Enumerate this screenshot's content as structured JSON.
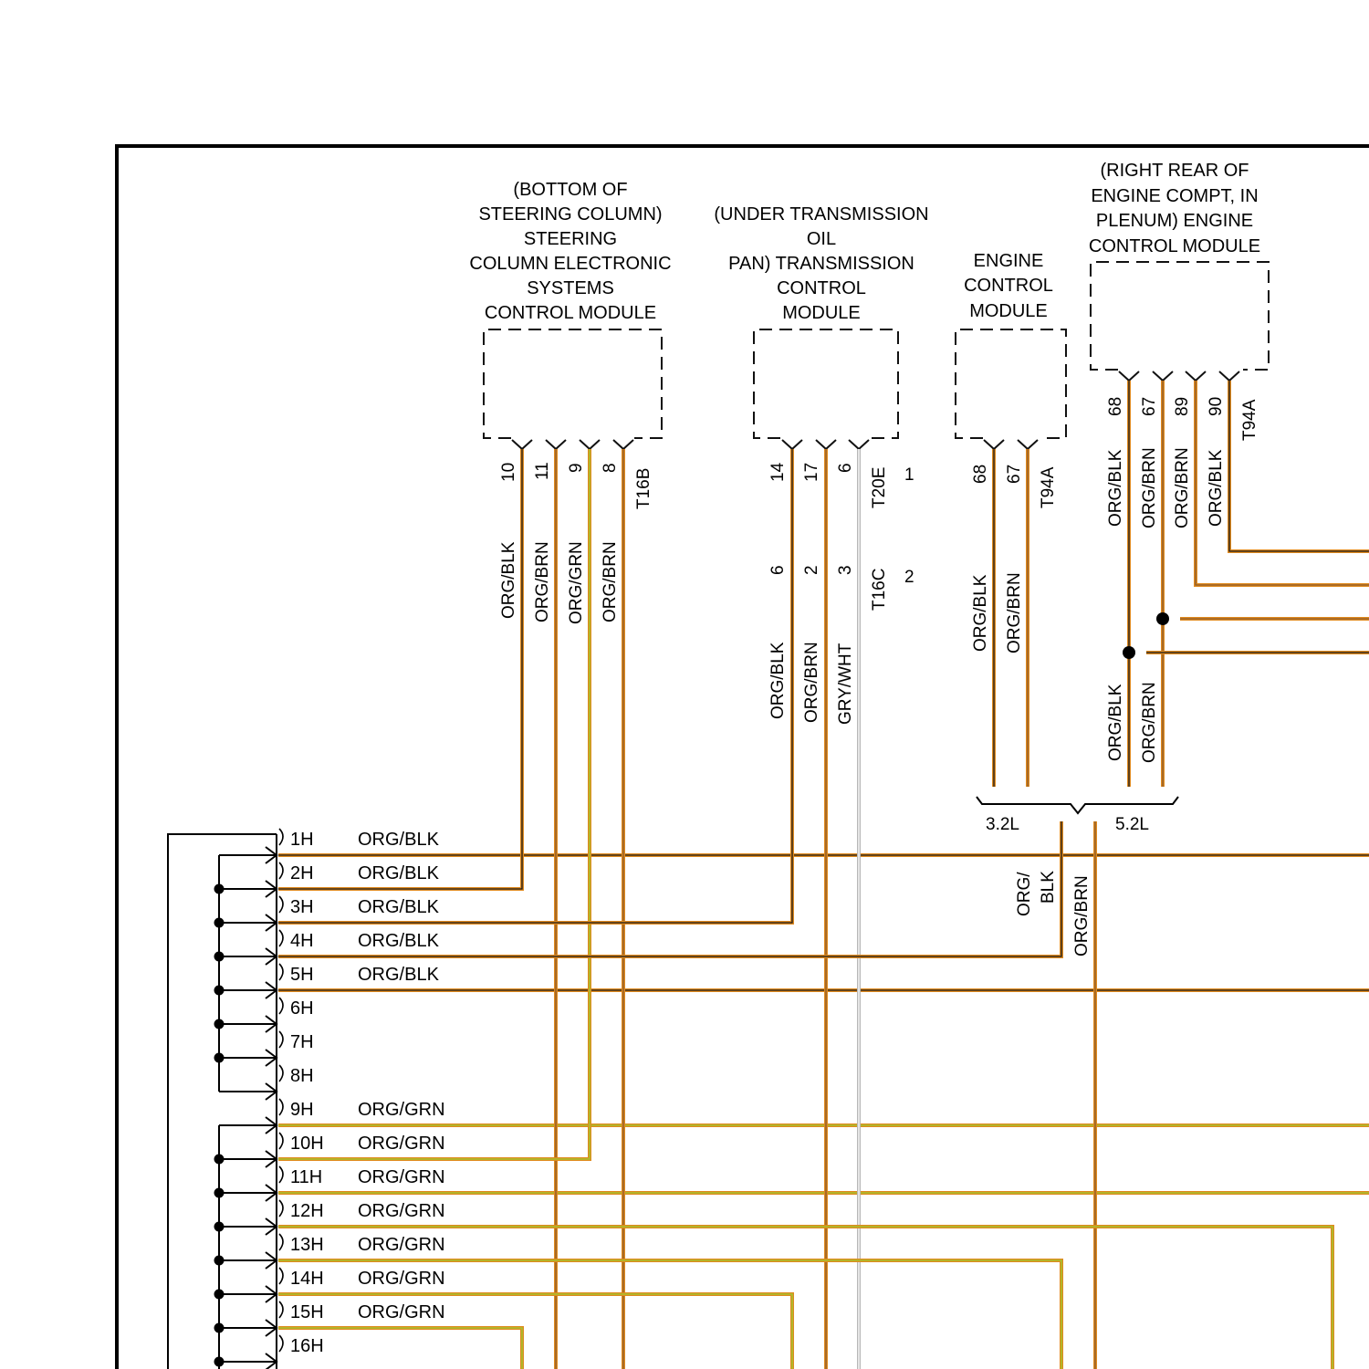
{
  "modules": {
    "steering": {
      "title": [
        "(BOTTOM OF",
        "STEERING COLUMN)",
        "STEERING",
        "COLUMN ELECTRONIC",
        "SYSTEMS",
        "CONTROL MODULE"
      ],
      "pins": [
        "10",
        "11",
        "9",
        "8"
      ],
      "connector": "T16B",
      "wires": [
        "ORG/BLK",
        "ORG/BRN",
        "ORG/GRN",
        "ORG/BRN"
      ]
    },
    "tcm": {
      "title": [
        "(UNDER TRANSMISSION",
        "OIL",
        "PAN) TRANSMISSION",
        "CONTROL",
        "MODULE"
      ],
      "pins": [
        "14",
        "17",
        "6"
      ],
      "connector": "T20E",
      "pins2": [
        "6",
        "2",
        "3"
      ],
      "connector2": "T16C",
      "variant1": "1",
      "variant2": "2",
      "wires": [
        "ORG/BLK",
        "ORG/BRN",
        "GRY/WHT"
      ]
    },
    "ecm32": {
      "title": [
        "ENGINE",
        "CONTROL",
        "MODULE"
      ],
      "pins": [
        "68",
        "67"
      ],
      "connector": "T94A",
      "wires": [
        "ORG/BLK",
        "ORG/BRN"
      ]
    },
    "ecm52": {
      "title": [
        "(RIGHT REAR OF",
        "ENGINE COMPT, IN",
        "PLENUM) ENGINE",
        "CONTROL MODULE"
      ],
      "pins": [
        "68",
        "67",
        "89",
        "90"
      ],
      "connector": "T94A",
      "wires": [
        "ORG/BLK",
        "ORG/BRN",
        "ORG/BRN",
        "ORG/BLK"
      ],
      "lower_wires": [
        "ORG/BLK",
        "ORG/BRN"
      ]
    }
  },
  "engine_options": {
    "left": "3.2L",
    "right": "5.2L"
  },
  "bus_wires": {
    "a": "ORG/",
    "b": "BLK",
    "c": "ORG/BRN"
  },
  "connector_rows": [
    {
      "pin": "1H",
      "wire": "ORG/BLK"
    },
    {
      "pin": "2H",
      "wire": "ORG/BLK"
    },
    {
      "pin": "3H",
      "wire": "ORG/BLK"
    },
    {
      "pin": "4H",
      "wire": "ORG/BLK"
    },
    {
      "pin": "5H",
      "wire": "ORG/BLK"
    },
    {
      "pin": "6H",
      "wire": ""
    },
    {
      "pin": "7H",
      "wire": ""
    },
    {
      "pin": "8H",
      "wire": ""
    },
    {
      "pin": "9H",
      "wire": "ORG/GRN"
    },
    {
      "pin": "10H",
      "wire": "ORG/GRN"
    },
    {
      "pin": "11H",
      "wire": "ORG/GRN"
    },
    {
      "pin": "12H",
      "wire": "ORG/GRN"
    },
    {
      "pin": "13H",
      "wire": "ORG/GRN"
    },
    {
      "pin": "14H",
      "wire": "ORG/GRN"
    },
    {
      "pin": "15H",
      "wire": "ORG/GRN"
    },
    {
      "pin": "16H",
      "wire": ""
    }
  ],
  "colors": {
    "ORG": "#e08a1e",
    "BLK": "#1a1a1a",
    "BRN": "#8b5a2b",
    "GRN": "#9acd32",
    "GRY": "#b8b8b8",
    "WHT": "#ffffff"
  }
}
